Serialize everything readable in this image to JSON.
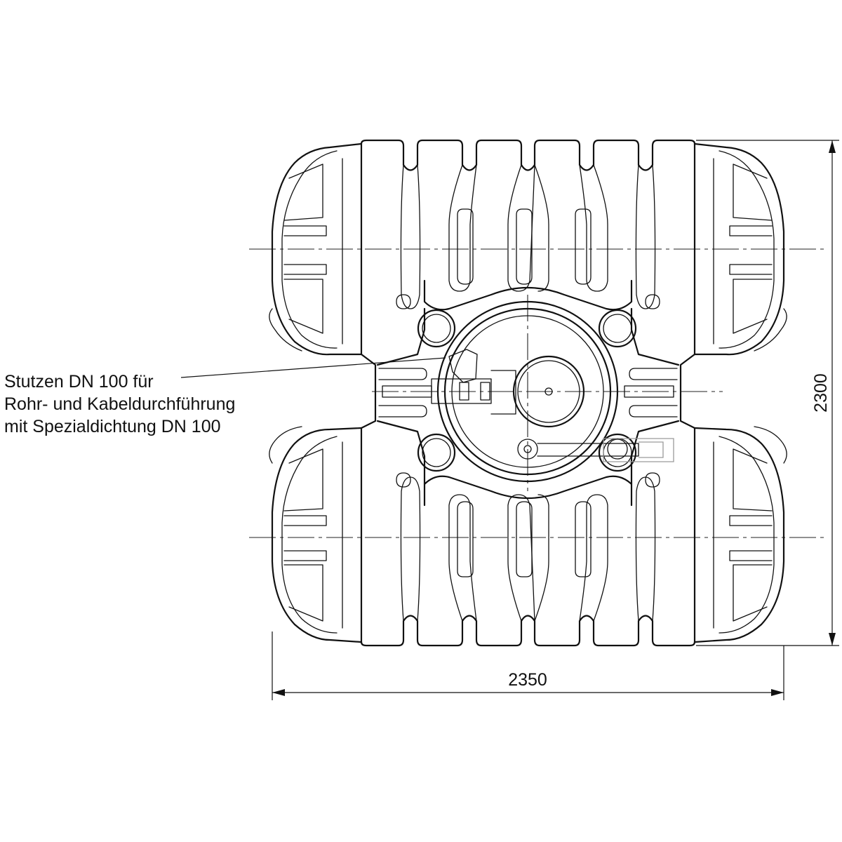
{
  "callout": {
    "line1": "Stutzen DN 100 für",
    "line2": "Rohr- und Kabeldurchführung",
    "line3": "mit Spezialdichtung DN 100"
  },
  "dimensions": {
    "width_label": "2350",
    "height_label": "2300"
  }
}
